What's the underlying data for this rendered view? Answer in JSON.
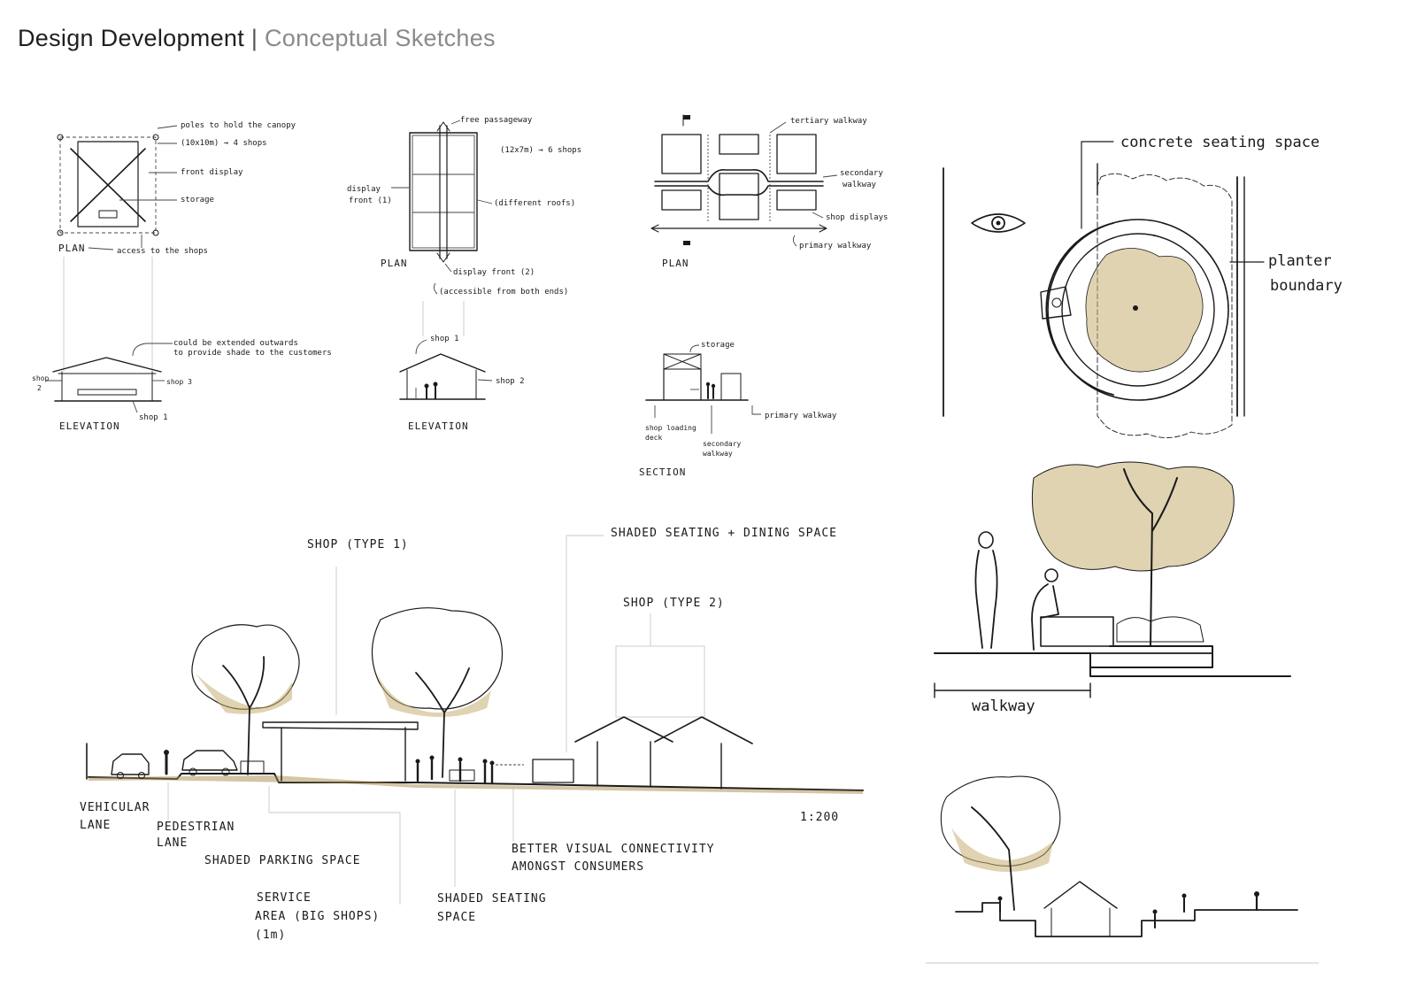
{
  "header": {
    "title": "Design Development",
    "separator": "|",
    "subtitle": "Conceptual Sketches"
  },
  "sketch1_plan": {
    "poles": "poles to hold the canopy",
    "size": "(10x10m) → 4 shops",
    "front_display": "front display",
    "storage": "storage",
    "plan": "PLAN",
    "access": "access to the shops"
  },
  "sketch2_plan": {
    "free_passageway": "free passageway",
    "size": "(12x7m) → 6 shops",
    "display_front_1": "display",
    "display_front_1b": "front (1)",
    "different_roofs": "(different roofs)",
    "plan": "PLAN",
    "display_front_2": "display front (2)",
    "accessible": "(accessible from both ends)"
  },
  "sketch3_plan": {
    "tertiary": "tertiary walkway",
    "secondary": "secondary",
    "secondary_b": "walkway",
    "shop_displays": "shop displays",
    "primary": "primary walkway",
    "plan": "PLAN"
  },
  "sketch1_elev": {
    "note": "could be extended outwards",
    "note_b": "to provide shade to the customers",
    "shop2": "shop",
    "shop2_num": "2",
    "shop3": "shop 3",
    "shop1": "shop 1",
    "label": "ELEVATION"
  },
  "sketch2_elev": {
    "shop1": "shop 1",
    "shop2": "shop 2",
    "label": "ELEVATION"
  },
  "sketch3_section": {
    "storage": "storage",
    "loading": "shop loading",
    "loading_b": "deck",
    "primary": "primary walkway",
    "secondary": "secondary",
    "secondary_b": "walkway",
    "label": "SECTION"
  },
  "main_section": {
    "shop_type1": "SHOP (TYPE 1)",
    "shaded_dining": "SHADED SEATING + DINING SPACE",
    "shop_type2": "SHOP (TYPE 2)",
    "vehicular": "VEHICULAR",
    "vehicular_b": "LANE",
    "pedestrian": "PEDESTRIAN",
    "pedestrian_b": "LANE",
    "shaded_parking": "SHADED PARKING SPACE",
    "service": "SERVICE",
    "service_b": "AREA (BIG SHOPS)",
    "service_c": "(1m)",
    "shaded_seating": "SHADED SEATING",
    "shaded_seating_b": "SPACE",
    "visual": "BETTER VISUAL CONNECTIVITY",
    "visual_b": "AMONGST  CONSUMERS",
    "scale": "1:200"
  },
  "right_panel": {
    "concrete": "concrete seating space",
    "planter": "planter",
    "planter_b": "boundary",
    "walkway": "walkway"
  }
}
